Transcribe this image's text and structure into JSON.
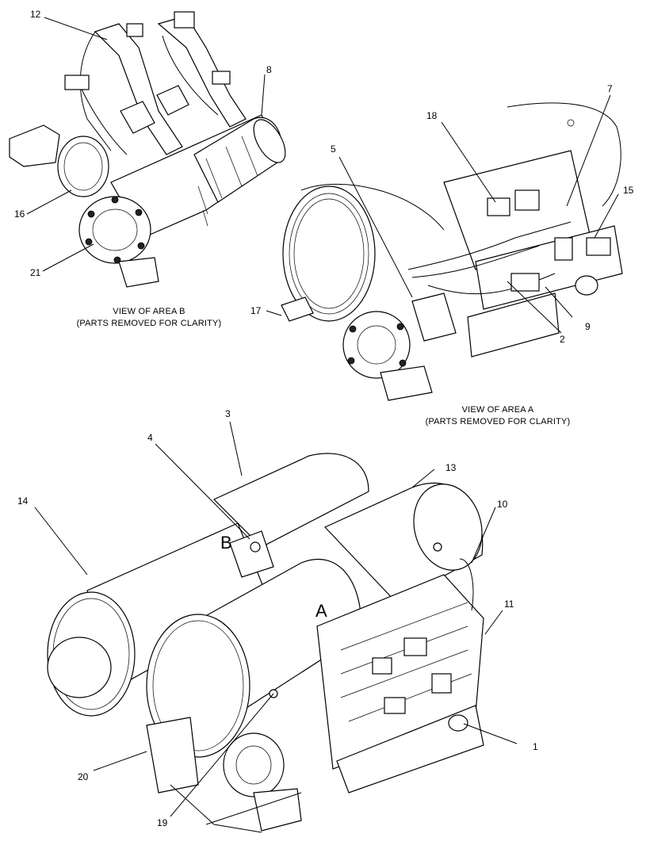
{
  "diagram": {
    "views": {
      "area_b_caption": [
        "VIEW OF AREA B",
        "(PARTS REMOVED FOR CLARITY)"
      ],
      "area_a_caption": [
        "VIEW OF AREA A",
        "(PARTS REMOVED FOR CLARITY)"
      ]
    },
    "area_labels": {
      "a": "A",
      "b": "B"
    },
    "callouts": {
      "c1": "1",
      "c2": "2",
      "c3": "3",
      "c4": "4",
      "c5": "5",
      "c7": "7",
      "c8": "8",
      "c9": "9",
      "c10": "10",
      "c11": "11",
      "c12": "12",
      "c13": "13",
      "c14": "14",
      "c15": "15",
      "c16": "16",
      "c17": "17",
      "c18": "18",
      "c19": "19",
      "c20": "20",
      "c21": "21"
    }
  }
}
